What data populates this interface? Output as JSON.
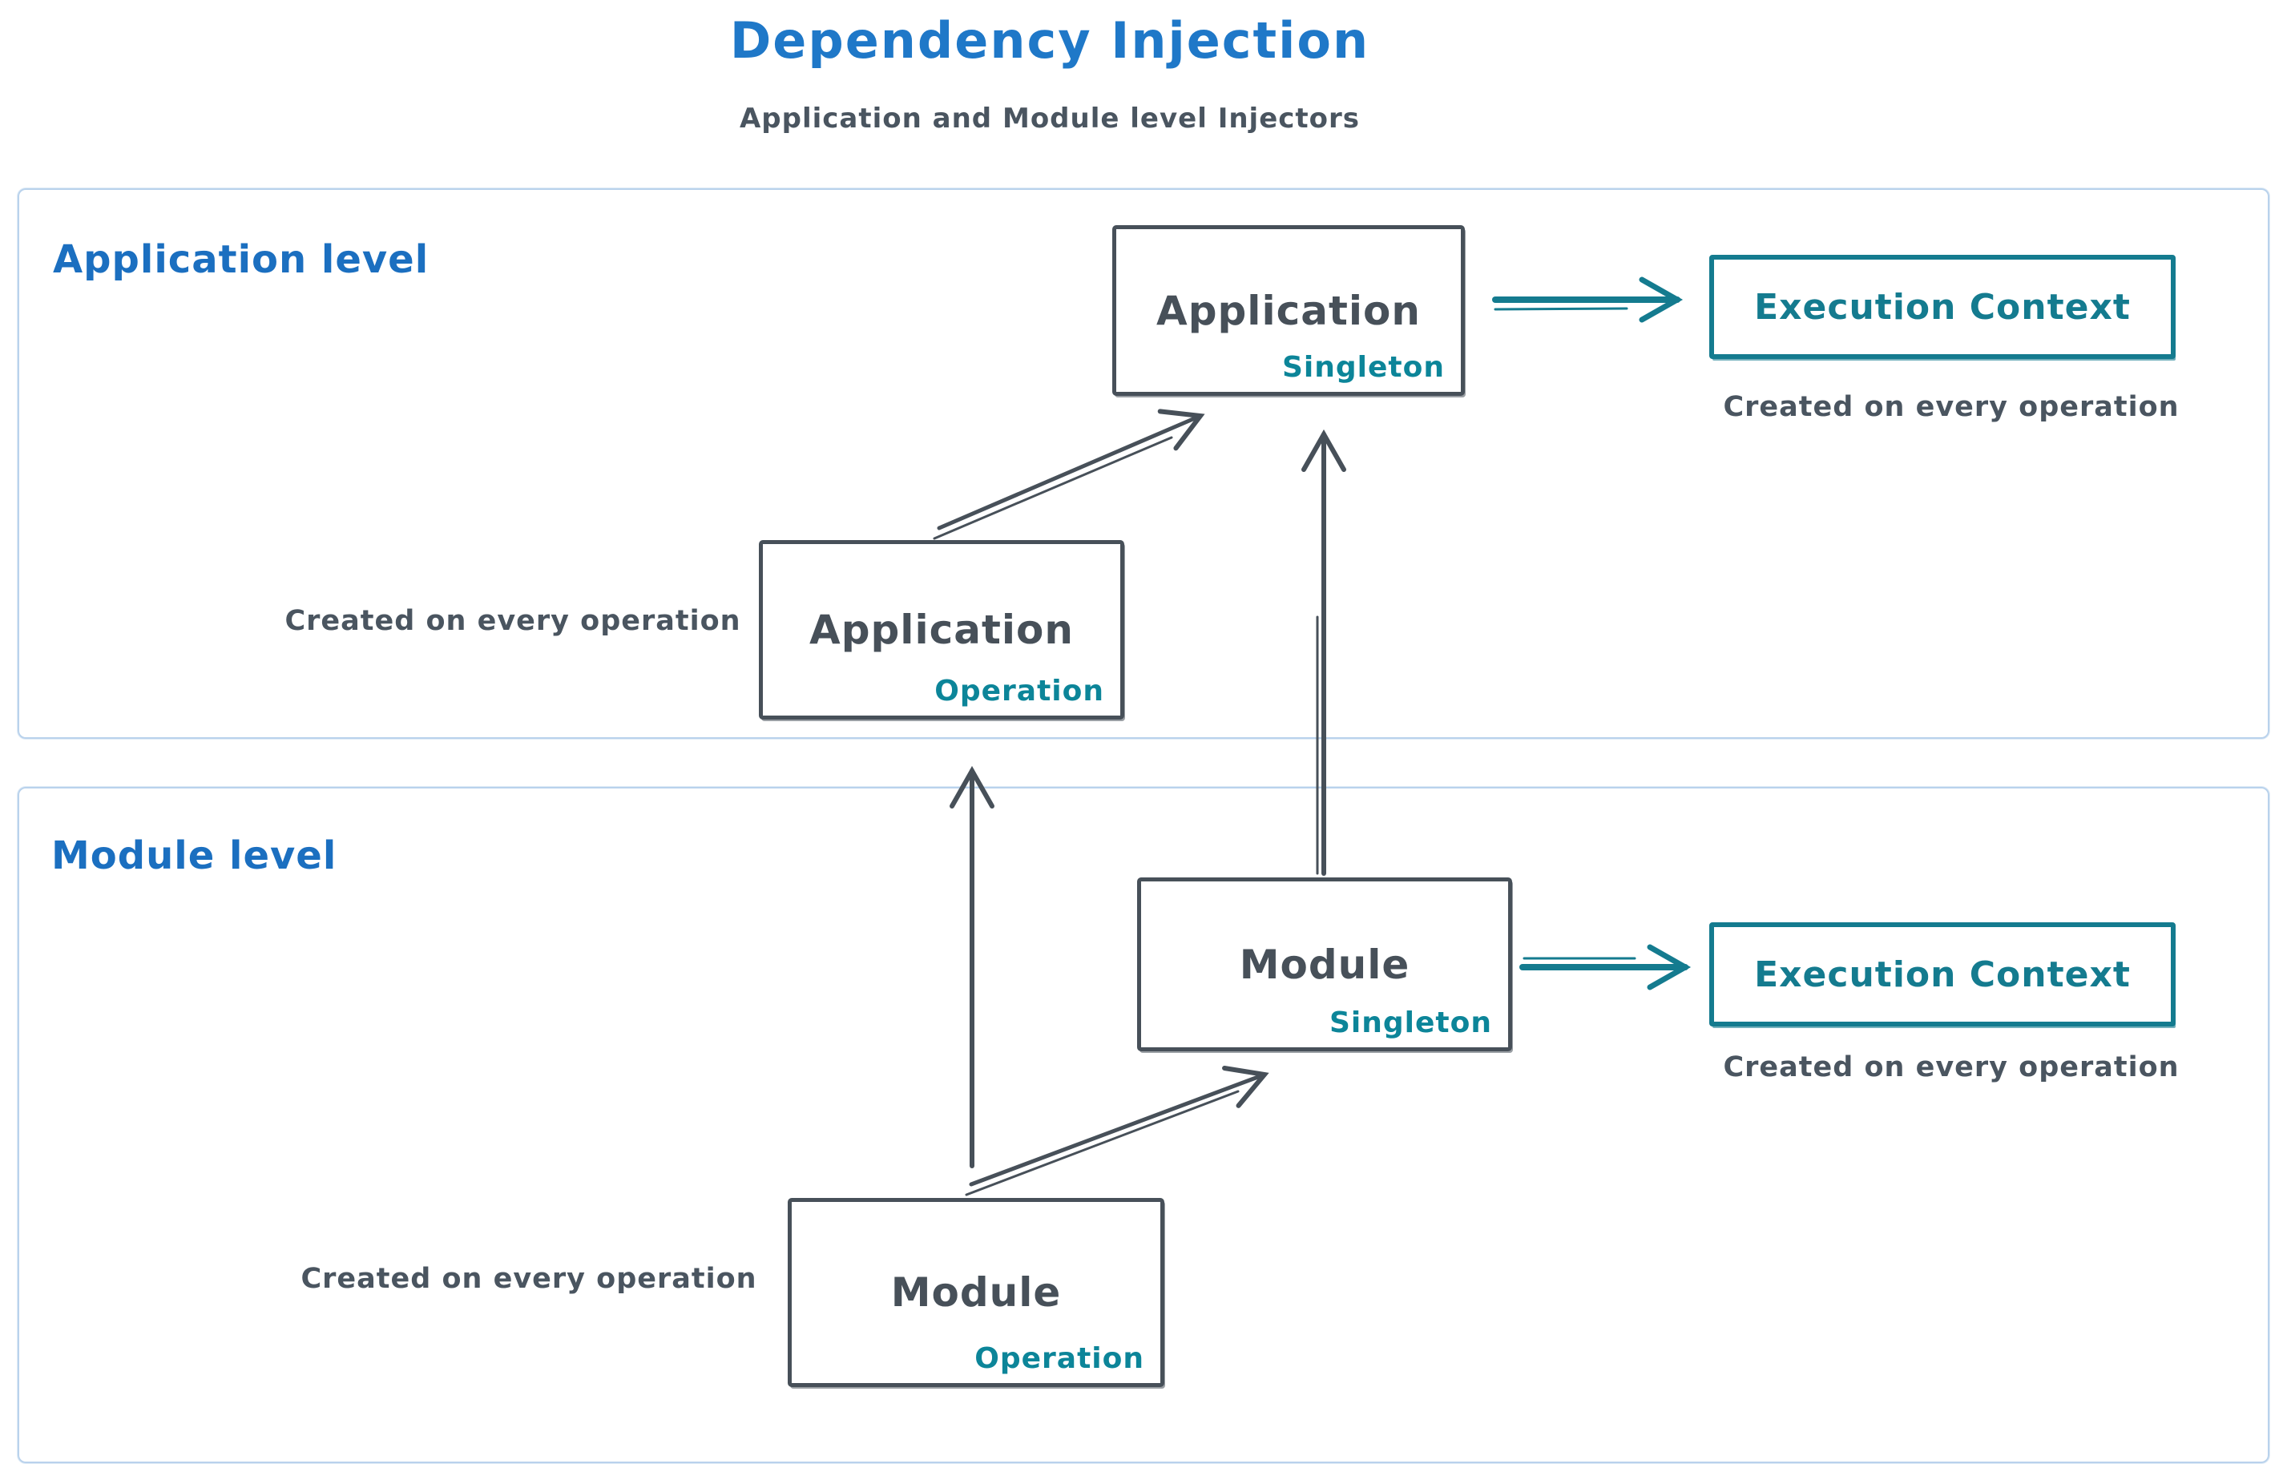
{
  "title": {
    "text": "Dependency Injection",
    "subtitle": "Application and Module level Injectors"
  },
  "colors": {
    "heading_blue": "#1f78c8",
    "accent_teal": "#0c8599",
    "stroke_dark": "#475059",
    "section_border_blue": "#b9d2ec"
  },
  "sections": {
    "application": {
      "label": "Application level",
      "singleton_box": {
        "title": "Application",
        "badge": "Singleton"
      },
      "operation_box": {
        "title": "Application",
        "badge": "Operation"
      },
      "execution_box": {
        "label": "Execution Context"
      },
      "execution_caption": "Created on every operation",
      "operation_caption": "Created on every operation"
    },
    "module": {
      "label": "Module level",
      "singleton_box": {
        "title": "Module",
        "badge": "Singleton"
      },
      "operation_box": {
        "title": "Module",
        "badge": "Operation"
      },
      "execution_box": {
        "label": "Execution Context"
      },
      "execution_caption": "Created on every operation",
      "operation_caption": "Created on every operation"
    }
  }
}
